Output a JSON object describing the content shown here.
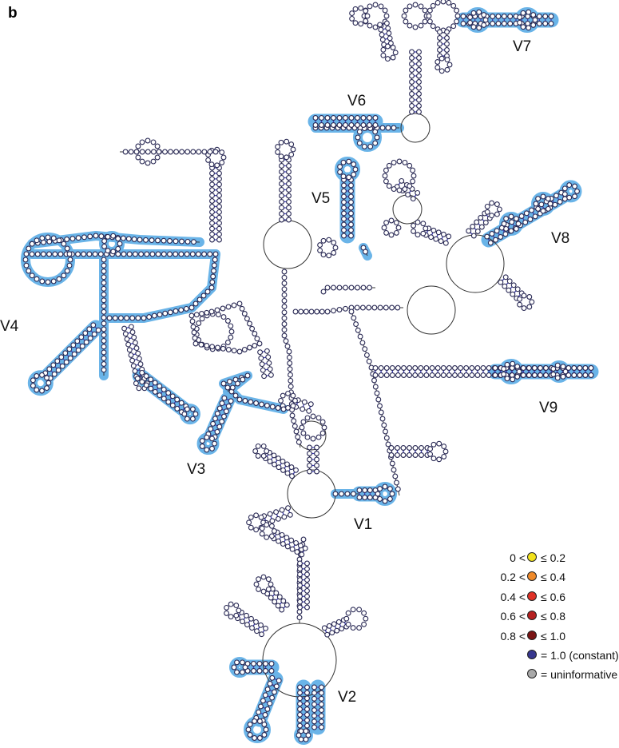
{
  "panel_label": "b",
  "regions": [
    {
      "id": "V1",
      "label": "V1"
    },
    {
      "id": "V2",
      "label": "V2"
    },
    {
      "id": "V3",
      "label": "V3"
    },
    {
      "id": "V4",
      "label": "V4"
    },
    {
      "id": "V5",
      "label": "V5"
    },
    {
      "id": "V6",
      "label": "V6"
    },
    {
      "id": "V7",
      "label": "V7"
    },
    {
      "id": "V8",
      "label": "V8"
    },
    {
      "id": "V9",
      "label": "V9"
    }
  ],
  "colors": {
    "variable_region_highlight": "#6ab4e8",
    "highlight_edge": "#2c7fb8",
    "base_pair_line": "#3c3cb4",
    "nucleotide_default": "#2a2a55"
  },
  "legend": [
    {
      "left": "0 <",
      "right": "≤ 0.2",
      "color": "#f2e21c"
    },
    {
      "left": "0.2 <",
      "right": "≤ 0.4",
      "color": "#ef8a2a"
    },
    {
      "left": "0.4 <",
      "right": "≤ 0.6",
      "color": "#df3126"
    },
    {
      "left": "0.6 <",
      "right": "≤ 0.8",
      "color": "#b52020"
    },
    {
      "left": "0.8 <",
      "right": "≤ 1.0",
      "color": "#7a1414"
    },
    {
      "left": "",
      "right": "= 1.0 (constant)",
      "color": "#36368e"
    },
    {
      "left": "",
      "right": "= uninformative",
      "color": "#a8a8a8"
    }
  ]
}
